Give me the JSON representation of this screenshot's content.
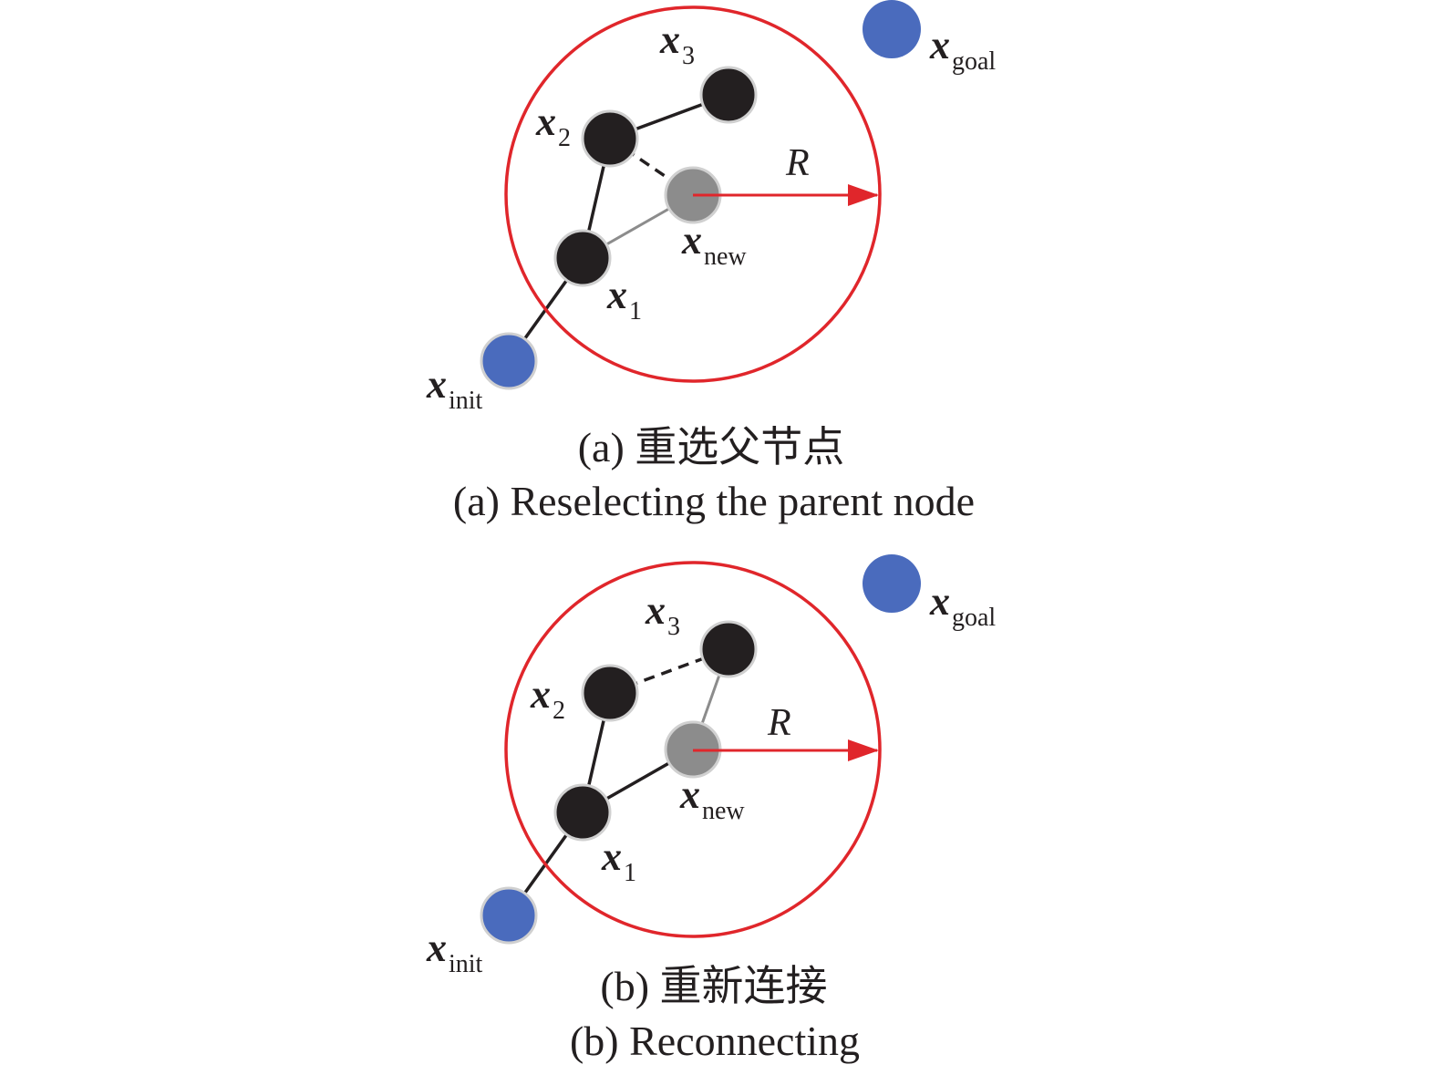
{
  "colors": {
    "circle": "#e0262b",
    "arrow": "#e0262b",
    "node_tree": "#231f20",
    "node_new": "#8c8c8c",
    "node_endpoint": "#4a6bbd",
    "node_outline": "#d0d0d0",
    "edge_tree": "#231f20",
    "edge_new": "#8c8c8c"
  },
  "panels": [
    {
      "id": "a",
      "caption_zh": "(a) 重选父节点",
      "caption_en": "(a) Reselecting the parent node",
      "radius_label": "R",
      "nodes": {
        "x_goal": {
          "base": "x",
          "sub": "goal",
          "type": "endpoint"
        },
        "x3": {
          "base": "x",
          "sub": "3",
          "type": "tree"
        },
        "x2": {
          "base": "x",
          "sub": "2",
          "type": "tree"
        },
        "x_new": {
          "base": "x",
          "sub": "new",
          "type": "new"
        },
        "x1": {
          "base": "x",
          "sub": "1",
          "type": "tree"
        },
        "x_init": {
          "base": "x",
          "sub": "init",
          "type": "endpoint"
        }
      },
      "edges": [
        {
          "from": "x_init",
          "to": "x1",
          "style": "solid"
        },
        {
          "from": "x1",
          "to": "x2",
          "style": "solid"
        },
        {
          "from": "x2",
          "to": "x3",
          "style": "solid"
        },
        {
          "from": "x1",
          "to": "x_new",
          "style": "new"
        },
        {
          "from": "x2",
          "to": "x_new",
          "style": "dashed"
        }
      ]
    },
    {
      "id": "b",
      "caption_zh": "(b) 重新连接",
      "caption_en": "(b) Reconnecting",
      "radius_label": "R",
      "nodes": {
        "x_goal": {
          "base": "x",
          "sub": "goal",
          "type": "endpoint"
        },
        "x3": {
          "base": "x",
          "sub": "3",
          "type": "tree"
        },
        "x2": {
          "base": "x",
          "sub": "2",
          "type": "tree"
        },
        "x_new": {
          "base": "x",
          "sub": "new",
          "type": "new"
        },
        "x1": {
          "base": "x",
          "sub": "1",
          "type": "tree"
        },
        "x_init": {
          "base": "x",
          "sub": "init",
          "type": "endpoint"
        }
      },
      "edges": [
        {
          "from": "x_init",
          "to": "x1",
          "style": "solid"
        },
        {
          "from": "x1",
          "to": "x2",
          "style": "solid"
        },
        {
          "from": "x1",
          "to": "x_new",
          "style": "solid"
        },
        {
          "from": "x_new",
          "to": "x3",
          "style": "new"
        },
        {
          "from": "x2",
          "to": "x3",
          "style": "dashed"
        }
      ]
    }
  ]
}
